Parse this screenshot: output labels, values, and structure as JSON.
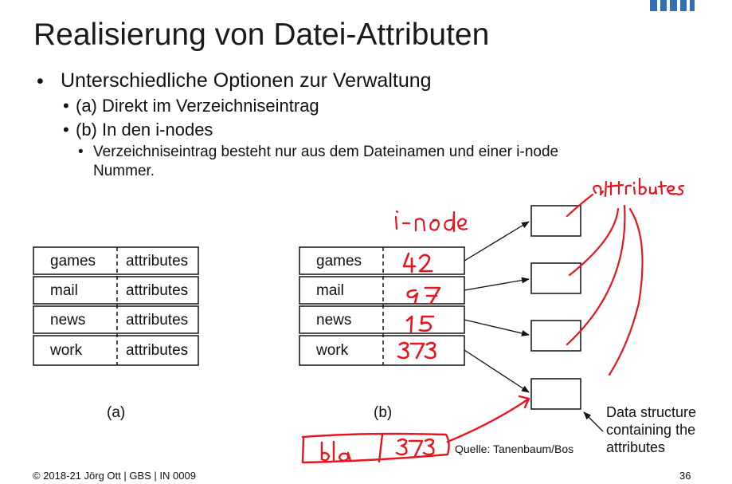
{
  "slide": {
    "title": "Realisierung von Datei-Attributen",
    "bullet1": "Unterschiedliche Optionen zur Verwaltung",
    "bullet1_1": "(a) Direkt im Verzeichniseintrag",
    "bullet1_2": "(b) In den i-nodes",
    "bullet1_2_1_line1": "Verzeichniseintrag besteht nur aus dem Dateinamen und einer i-node",
    "bullet1_2_1_line2": "Nummer.",
    "bullet_symbol": "•"
  },
  "figure": {
    "table_a": {
      "label": "(a)",
      "rows": [
        {
          "name": "games",
          "value": "attributes"
        },
        {
          "name": "mail",
          "value": "attributes"
        },
        {
          "name": "news",
          "value": "attributes"
        },
        {
          "name": "work",
          "value": "attributes"
        }
      ]
    },
    "table_b": {
      "label": "(b)",
      "rows": [
        {
          "name": "games",
          "inode": "42"
        },
        {
          "name": "mail",
          "inode": "97"
        },
        {
          "name": "news",
          "inode": "15"
        },
        {
          "name": "work",
          "inode": "373"
        }
      ]
    },
    "data_structure_caption": [
      "Data structure",
      "containing the",
      "attributes"
    ],
    "source": "Quelle: Tanenbaum/Bos"
  },
  "handwriting": {
    "attributes": "attributes",
    "inode": "i-node",
    "entry_name": "bla",
    "entry_inode": "373",
    "ink_color": "#e8141e"
  },
  "footer": {
    "copyright": "© 2018-21 Jörg Ott | GBS | IN 0009",
    "page_number": "36"
  },
  "colors": {
    "logo": "#3070b3",
    "text": "#111111"
  }
}
